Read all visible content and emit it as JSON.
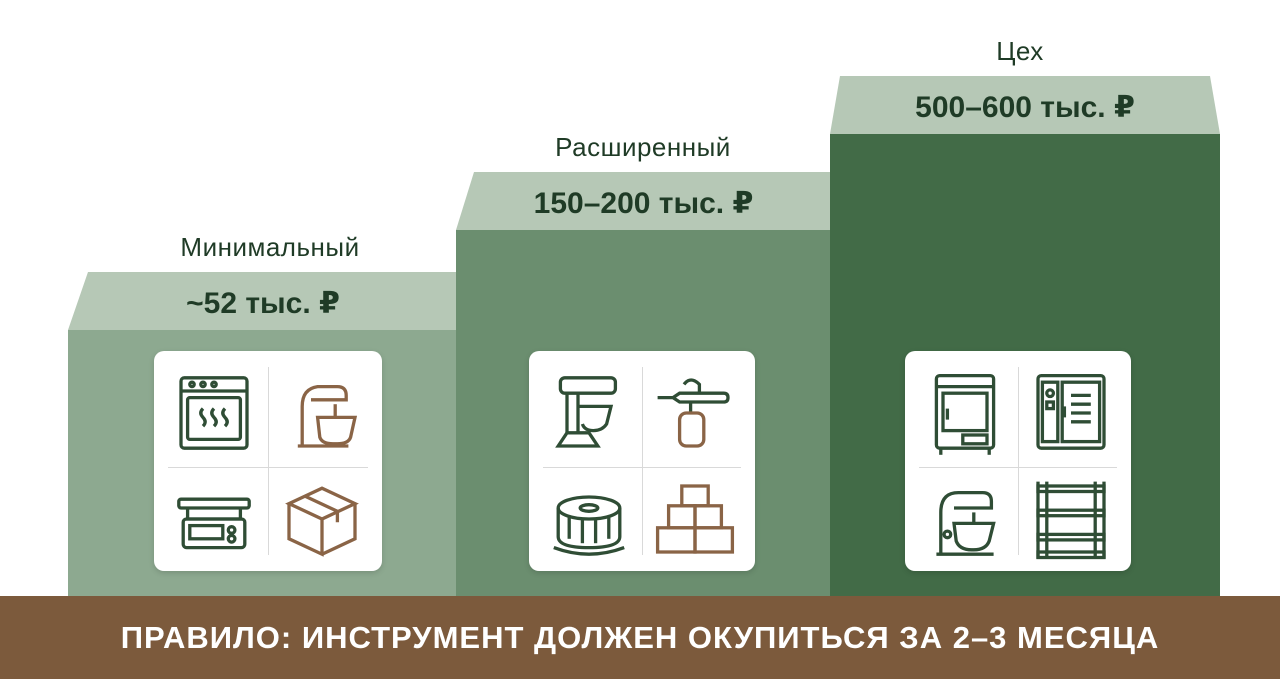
{
  "tiers": [
    {
      "label": "Минимальный",
      "price": "~52 тыс. ₽",
      "icons": [
        "oven-icon",
        "stand-mixer-icon",
        "kitchen-scale-icon",
        "cardboard-box-icon"
      ]
    },
    {
      "label": "Расширенный",
      "price": "150–200 тыс. ₽",
      "icons": [
        "planetary-mixer-icon",
        "airbrush-icon",
        "bundt-cake-icon",
        "stacked-boxes-icon"
      ]
    },
    {
      "label": "Цех",
      "price": "500–600 тыс. ₽",
      "icons": [
        "refrigerator-icon",
        "combi-oven-icon",
        "stand-mixer-icon",
        "shelving-rack-icon"
      ]
    }
  ],
  "footer": {
    "rule": "ПРАВИЛО: ИНСТРУМЕНТ ДОЛЖЕН ОКУПИТЬСЯ ЗА 2–3 МЕСЯЦА"
  },
  "colors": {
    "tier1": "#8da990",
    "tier2": "#6b8e6f",
    "tier3": "#426b47",
    "top": "#b6c8b6",
    "footer": "#7c5a3c",
    "dark_text": "#1f3b26",
    "icon_green": "#2f4d35",
    "icon_brown": "#8a6446"
  }
}
